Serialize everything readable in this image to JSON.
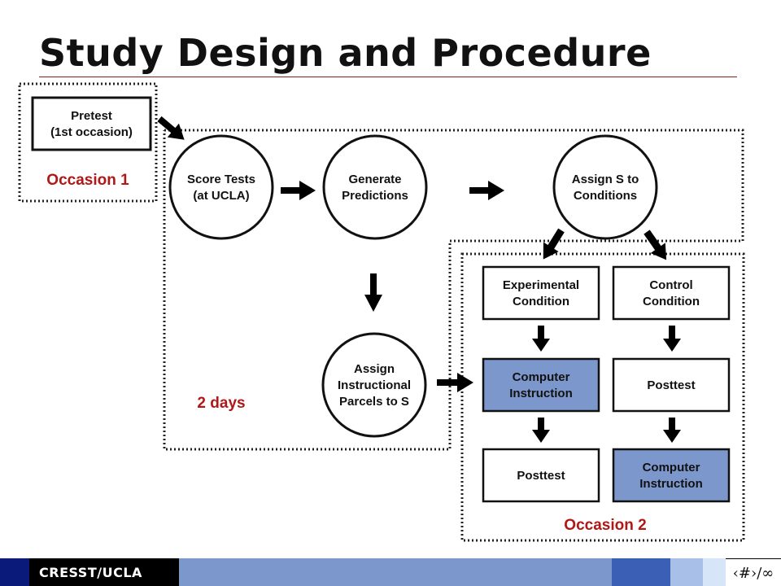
{
  "title": "Study Design and Procedure",
  "nodes": {
    "pretest": "Pretest\n(1st occasion)",
    "score_tests": "Score Tests\n(at UCLA)",
    "generate_predictions": "Generate\nPredictions",
    "assign_s": "Assign S to\nConditions",
    "assign_parcels": "Assign\nInstructional\nParcels to S",
    "experimental": "Experimental\nCondition",
    "control": "Control\nCondition",
    "exp_instruction": "Computer\nInstruction",
    "ctrl_posttest": "Posttest",
    "exp_posttest": "Posttest",
    "ctrl_instruction": "Computer\nInstruction"
  },
  "labels": {
    "occasion1": "Occasion 1",
    "two_days": "2 days",
    "occasion2": "Occasion 2"
  },
  "colors": {
    "instruction_fill": "#7b97cc",
    "occasion_label": "#b01818",
    "footer_dark": "#0a1a7a",
    "footer_mid": "#5c7fc4",
    "footer_light": "#cfe0f5"
  },
  "footer": {
    "label": "CRESST/UCLA",
    "page": "‹#›/∞"
  }
}
